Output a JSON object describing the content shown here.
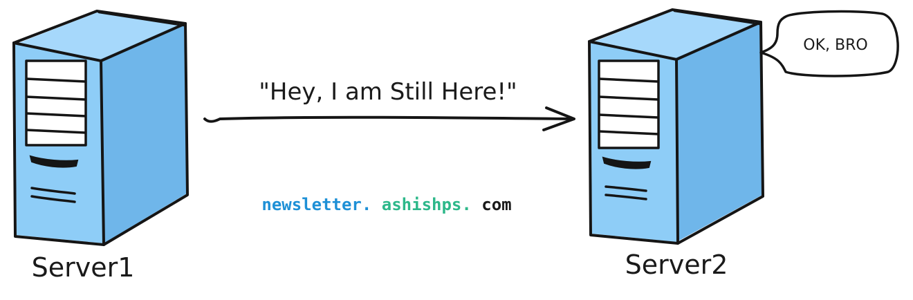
{
  "servers": [
    {
      "label": "Server1"
    },
    {
      "label": "Server2"
    }
  ],
  "message": {
    "text": "\"Hey, I am Still Here!\""
  },
  "reply": {
    "text": "OK, BRO"
  },
  "watermark": {
    "part1": "newsletter.",
    "part2": " ashishps.",
    "part3": " com",
    "colors": {
      "part1": "#1e90d6",
      "part2": "#2db88a",
      "part3": "#1a1a1a"
    }
  },
  "colors": {
    "server_fill": "#8ecdf7",
    "server_top": "#a6d8fb",
    "server_side": "#6fb6ea",
    "stroke": "#151515"
  }
}
